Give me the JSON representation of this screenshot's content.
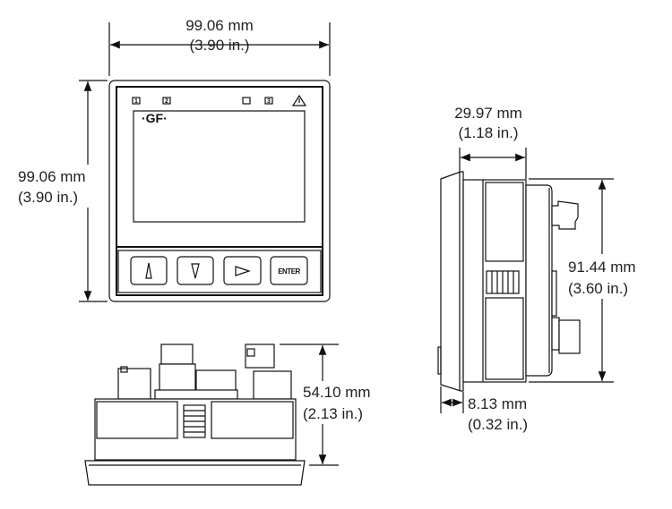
{
  "front_view": {
    "width_mm": "99.06 mm",
    "width_in": "(3.90 in.)",
    "height_mm": "99.06 mm",
    "height_in": "(3.90 in.)",
    "indicators": [
      "1",
      "2",
      "",
      "3"
    ],
    "logo": "·GF·",
    "buttons": {
      "up": "up-arrow",
      "down": "down-arrow",
      "right": "right-arrow",
      "enter": "ENTER"
    }
  },
  "bottom_view": {
    "depth_mm": "54.10 mm",
    "depth_in": "(2.13 in.)"
  },
  "side_view": {
    "body_mm": "29.97 mm",
    "body_in": "(1.18 in.)",
    "height_mm": "91.44 mm",
    "height_in": "(3.60 in.)",
    "bezel_mm": "8.13 mm",
    "bezel_in": "(0.32 in.)"
  }
}
